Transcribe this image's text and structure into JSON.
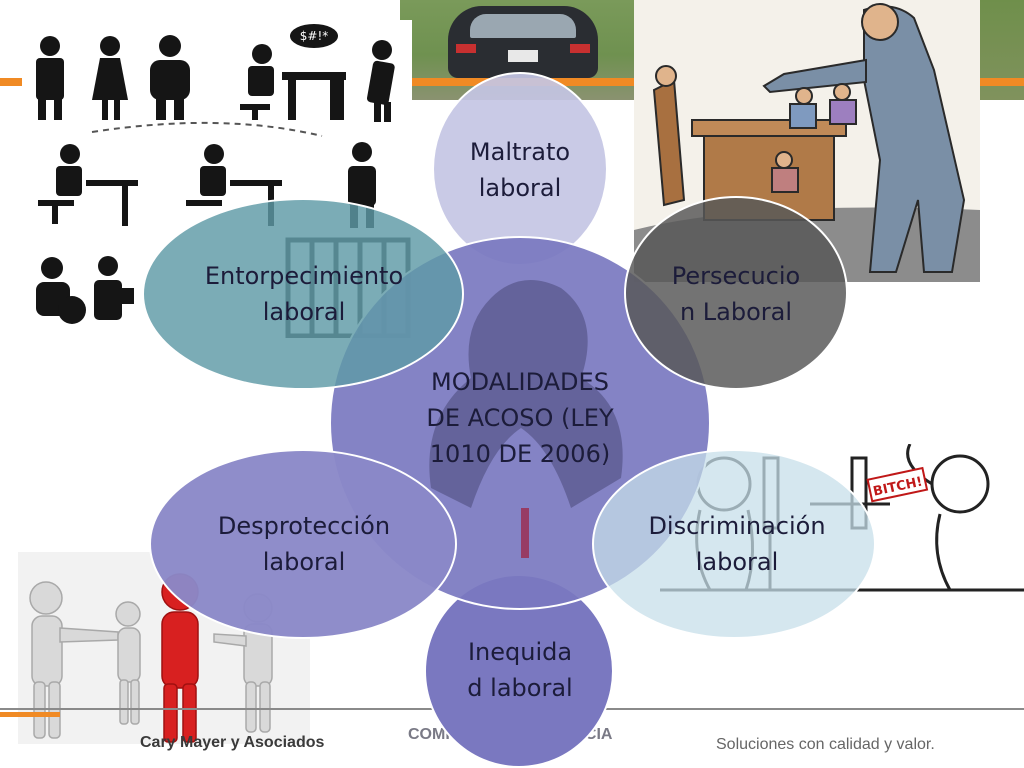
{
  "diagram": {
    "center": {
      "text_lines": [
        "MODALIDADES",
        "DE ACOSO (LEY",
        "1010 DE 2006)"
      ]
    },
    "nodes": [
      {
        "id": "maltrato",
        "lines": [
          "Maltrato",
          "laboral"
        ]
      },
      {
        "id": "persecucion",
        "lines": [
          "Persecucio",
          "n Laboral"
        ]
      },
      {
        "id": "discriminacion",
        "lines": [
          "Discriminación",
          "laboral"
        ]
      },
      {
        "id": "inequidad",
        "lines": [
          "Inequida",
          "d laboral"
        ]
      },
      {
        "id": "desproteccion",
        "lines": [
          "Desprotección",
          "laboral"
        ]
      },
      {
        "id": "entorpecimiento",
        "lines": [
          "Entorpecimiento",
          "laboral"
        ]
      }
    ]
  },
  "photo_signs": {
    "bubble": "$#!*",
    "sign": "BITCH!"
  },
  "footer": {
    "left": "Cary Mayer y Asociados",
    "center": "COMITÉ DE CONVIVENCIA",
    "right": "Soluciones con calidad y valor."
  },
  "colors": {
    "center_circle": "#7a78c0",
    "outer_circle": "#8a88c8",
    "dark_circle": "#5a5a5a",
    "teal_circle": "#5e9aa6",
    "pale_circle": "#c5dde8",
    "footer_orange": "#f08a24"
  }
}
